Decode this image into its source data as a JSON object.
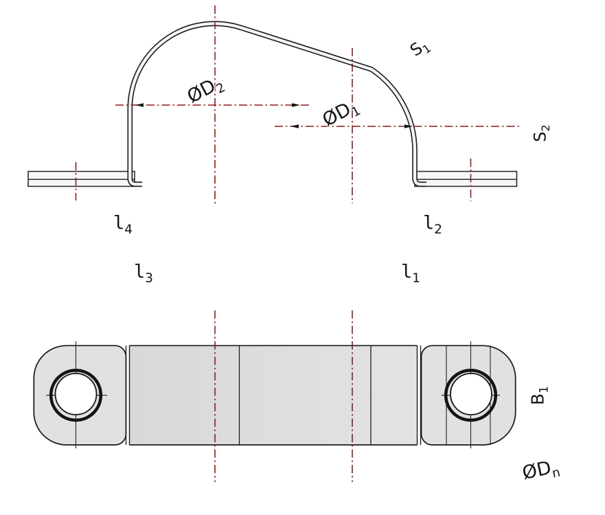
{
  "drawing": {
    "description": "Technical drawing of a saddle pipe clamp: side profile view (top) and plan view of base plate with two mounting holes (bottom)",
    "colors": {
      "line": "#1c1c1c",
      "centerline_red": "#8f1818",
      "pad_fill": "#e1e1e1",
      "strip_fill_left": "#d8d8d8",
      "strip_fill_right": "#e3e3e3",
      "strap_fill": "#f4f4f4",
      "background": "#ffffff"
    }
  },
  "labels": {
    "d2": {
      "base": "ØD",
      "sub": "2"
    },
    "d1": {
      "base": "ØD",
      "sub": "1"
    },
    "s1": {
      "base": "S",
      "sub": "1"
    },
    "s2": {
      "base": "S",
      "sub": "2"
    },
    "l4": {
      "base": "l",
      "sub": "4"
    },
    "l2": {
      "base": "l",
      "sub": "2"
    },
    "l3": {
      "base": "l",
      "sub": "3"
    },
    "l1": {
      "base": "l",
      "sub": "1"
    },
    "b1": {
      "base": "B",
      "sub": "1"
    },
    "dn": {
      "base": "ØD",
      "sub": "n"
    }
  }
}
